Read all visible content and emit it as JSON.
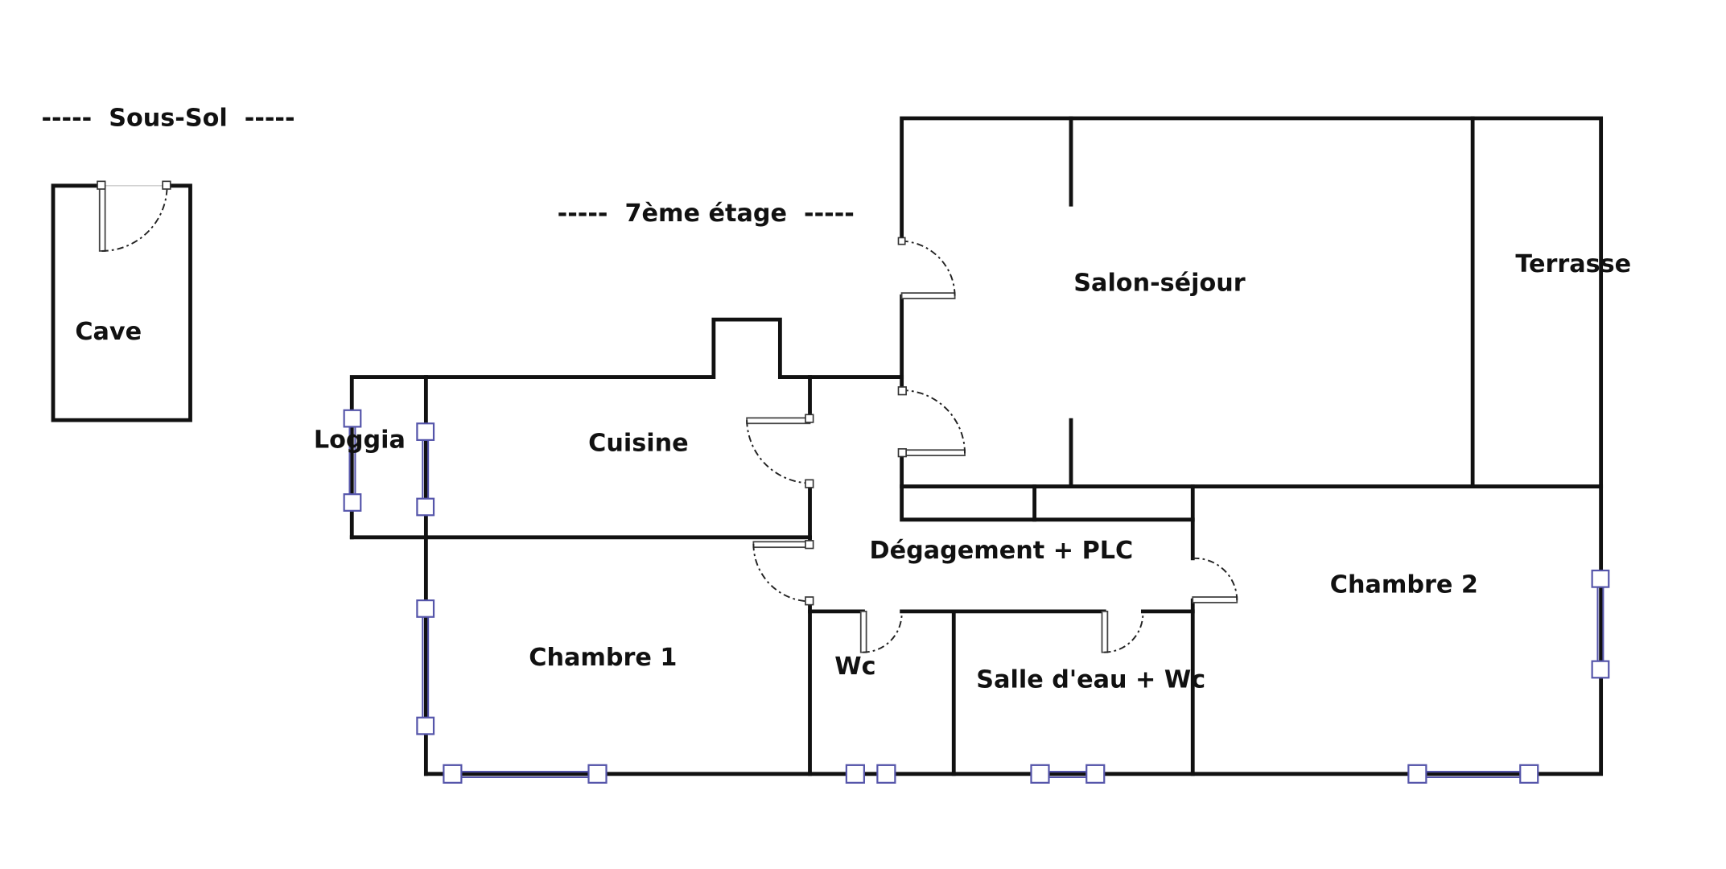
{
  "labels": {
    "basement": "-----  Sous-Sol  -----",
    "floor": "-----  7ème étage  -----",
    "cave": "Cave",
    "salon": "Salon-séjour",
    "terrasse": "Terrasse",
    "loggia": "Loggia",
    "cuisine": "Cuisine",
    "degagement": "Dégagement + PLC",
    "chambre2": "Chambre 2",
    "chambre1": "Chambre 1",
    "wc": "Wc",
    "salle_eau": "Salle d'eau + Wc"
  },
  "colors": {
    "wall": "#111111",
    "window": "#5555aa"
  }
}
